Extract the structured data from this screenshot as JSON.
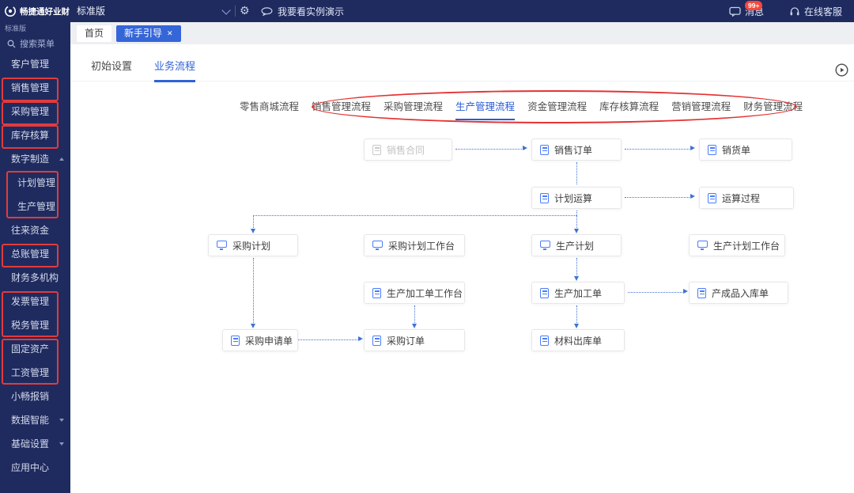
{
  "colors": {
    "navy": "#1f2b5e",
    "accent_blue": "#2f63d8",
    "annotation_red": "#e53333",
    "badge_red": "#f5483d",
    "flow_line_blue": "#3f73d3"
  },
  "topbar": {
    "logo": {
      "title": "畅捷通好业财",
      "subtitle": "标准版"
    },
    "workspace_select": {
      "value": "标准版"
    },
    "demo_link": "我要看实例演示",
    "messages": {
      "label": "消息",
      "badge": "99+"
    },
    "support": {
      "label": "在线客服"
    }
  },
  "tabbar": {
    "tabs": [
      {
        "label": "首页",
        "active": false
      },
      {
        "label": "新手引导",
        "active": true,
        "closable": true
      }
    ]
  },
  "sidebar": {
    "edition": "标准版",
    "search": "搜索菜单",
    "items": [
      {
        "label": "客户管理"
      },
      {
        "label": "销售管理",
        "highlighted": true
      },
      {
        "label": "采购管理",
        "highlighted": true
      },
      {
        "label": "库存核算",
        "highlighted": true
      },
      {
        "label": "数字制造",
        "expanded": true
      },
      {
        "label": "计划管理",
        "sub": true,
        "highlighted": true
      },
      {
        "label": "生产管理",
        "sub": true,
        "highlighted": true
      },
      {
        "label": "往来资金"
      },
      {
        "label": "总账管理",
        "highlighted": true
      },
      {
        "label": "财务多机构"
      },
      {
        "label": "发票管理",
        "highlighted": true
      },
      {
        "label": "税务管理",
        "highlighted": true
      },
      {
        "label": "固定资产",
        "highlighted": true
      },
      {
        "label": "工资管理",
        "highlighted": true
      },
      {
        "label": "小畅报销"
      },
      {
        "label": "数据智能",
        "collapsible": true
      },
      {
        "label": "基础设置",
        "collapsible": true
      },
      {
        "label": "应用中心"
      }
    ]
  },
  "main": {
    "view_tabs": [
      {
        "label": "初始设置",
        "active": false
      },
      {
        "label": "业务流程",
        "active": true
      }
    ],
    "flow_tabs": [
      {
        "label": "零售商城流程"
      },
      {
        "label": "销售管理流程"
      },
      {
        "label": "采购管理流程"
      },
      {
        "label": "生产管理流程",
        "active": true
      },
      {
        "label": "资金管理流程"
      },
      {
        "label": "库存核算流程"
      },
      {
        "label": "营销管理流程"
      },
      {
        "label": "财务管理流程"
      }
    ],
    "nodes": [
      {
        "label": "销售合同",
        "icon": "contract-doc-icon",
        "disabled": true
      },
      {
        "label": "销售订单",
        "icon": "document-icon"
      },
      {
        "label": "销货单",
        "icon": "document-icon"
      },
      {
        "label": "计划运算",
        "icon": "calculator-icon"
      },
      {
        "label": "运算过程",
        "icon": "document-icon"
      },
      {
        "label": "采购计划",
        "icon": "monitor-icon"
      },
      {
        "label": "采购计划工作台",
        "icon": "monitor-icon"
      },
      {
        "label": "生产计划",
        "icon": "monitor-icon"
      },
      {
        "label": "生产计划工作台",
        "icon": "monitor-icon"
      },
      {
        "label": "生产加工单工作台",
        "icon": "document-icon"
      },
      {
        "label": "生产加工单",
        "icon": "document-icon"
      },
      {
        "label": "产成品入库单",
        "icon": "document-icon"
      },
      {
        "label": "采购申请单",
        "icon": "globe-icon"
      },
      {
        "label": "采购订单",
        "icon": "cart-icon"
      },
      {
        "label": "材料出库单",
        "icon": "document-icon"
      }
    ]
  }
}
